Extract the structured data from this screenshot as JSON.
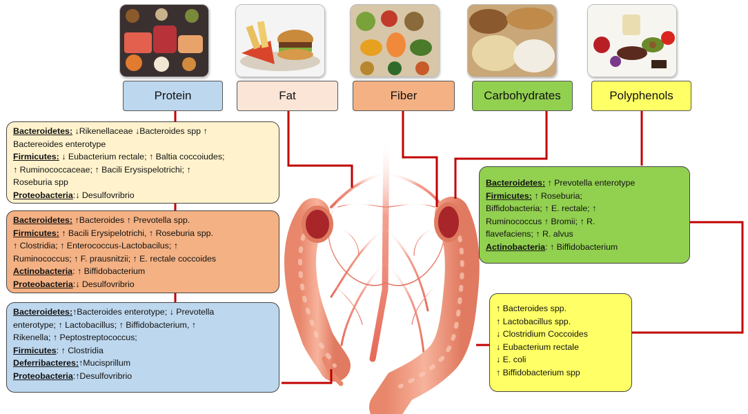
{
  "categories": [
    {
      "id": "protein",
      "label": "Protein",
      "color": "#bdd7ee"
    },
    {
      "id": "fat",
      "label": "Fat",
      "color": "#fbe5d6"
    },
    {
      "id": "fiber",
      "label": "Fiber",
      "color": "#f4b183"
    },
    {
      "id": "carbs",
      "label": "Carbohydrates",
      "color": "#92d050"
    },
    {
      "id": "poly",
      "label": "Polyphenols",
      "color": "#ffff66"
    }
  ],
  "boxes": {
    "protein_fat": {
      "color": "#fff2cc",
      "lines": [
        {
          "b": "Bacteroidetes:",
          "t": " ↓Rikenellaceae ↓Bacteroides spp ↑"
        },
        {
          "b": "",
          "t": "Bactereoides enterotype"
        },
        {
          "b": "Firmicutes:",
          "t": " ↓ Eubacterium rectale; ↑ Baltia coccoiudes;"
        },
        {
          "b": "",
          "t": "↑ Ruminococcaceae; ↑ Bacili Erysispelotrichi; ↑"
        },
        {
          "b": "",
          "t": "Roseburia spp"
        },
        {
          "b": "Proteobacteria",
          "t": ":↓ Desulfovribrio"
        }
      ]
    },
    "fiber": {
      "color": "#f4b183",
      "lines": [
        {
          "b": "Bacteroidetes:",
          "t": " ↑Bacteroides ↑ Prevotella spp."
        },
        {
          "b": "Firmicutes:",
          "t": " ↑ Bacili Erysipelotrichi, ↑ Roseburia spp."
        },
        {
          "b": "",
          "t": "↑ Clostridia; ↑ Enterococcus-Lactobacilus; ↑"
        },
        {
          "b": "",
          "t": "Ruminococcus; ↑ F. prausnitzii; ↑ E. rectale coccoides"
        },
        {
          "b": "Actinobacteria",
          "t": ": ↑ Biffidobacterium"
        },
        {
          "b": "Proteobacteria",
          "t": ":↓ Desulfovribrio"
        }
      ]
    },
    "protein": {
      "color": "#bdd7ee",
      "lines": [
        {
          "b": "Bacteroidetes:",
          "t": "↑Bacteroides enterotype; ↓ Prevotella"
        },
        {
          "b": "",
          "t": "enterotype; ↑ Lactobacillus; ↑ Biffidobacterium, ↑"
        },
        {
          "b": "",
          "t": "Rikenella; ↑ Peptostreptococcus;"
        },
        {
          "b": "Firmicutes",
          "t": ": ↑ Clostridia"
        },
        {
          "b": "Deferribacteres:",
          "t": "↑Mucisprillum"
        },
        {
          "b": "Proteobacteria",
          "t": ":↑Desulfovribrio"
        }
      ]
    },
    "carbs": {
      "color": "#92d050",
      "lines": [
        {
          "b": "Bacteroidetes:",
          "t": " ↑ Prevotella enterotype"
        },
        {
          "b": "Firmicutes:",
          "t": " ↑ Roseburia;"
        },
        {
          "b": "",
          "t": "Biffidobacteria; ↑ E. rectale; ↑"
        },
        {
          "b": "",
          "t": "Ruminococcus ↑ Bromii; ↑ R."
        },
        {
          "b": "",
          "t": "flavefaciens; ↑ R. alvus"
        },
        {
          "b": "Actinobacteria",
          "t": ": ↑ Biffidobacterium"
        }
      ]
    },
    "poly": {
      "color": "#ffff66",
      "lines": [
        {
          "b": "",
          "t": "↑ Bacteroides spp."
        },
        {
          "b": "",
          "t": "↑ Lactobacillus spp."
        },
        {
          "b": "",
          "t": "↓ Clostridium Coccoides"
        },
        {
          "b": "",
          "t": "↓ Eubacterium rectale"
        },
        {
          "b": "",
          "t": "↓ E. coli"
        },
        {
          "b": "",
          "t": "↑ Biffidobacterium spp"
        }
      ]
    }
  },
  "connector_color": "#c00000"
}
